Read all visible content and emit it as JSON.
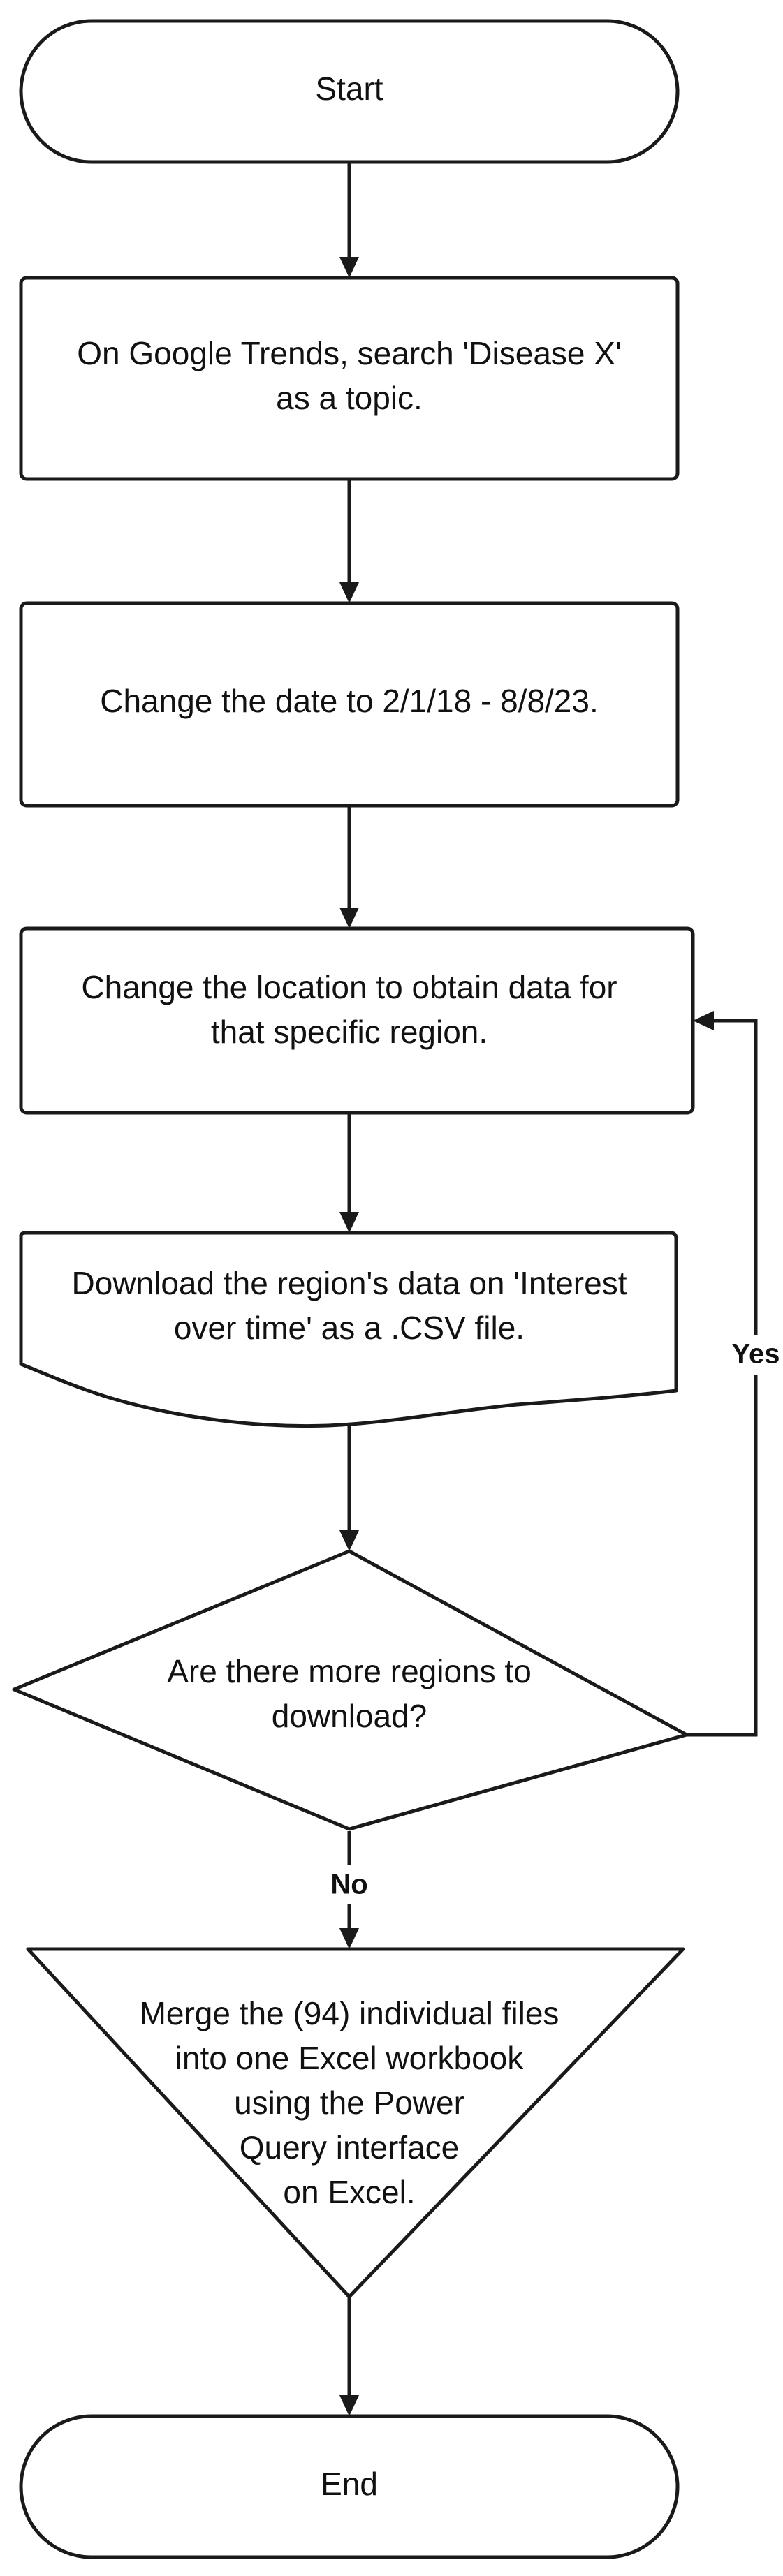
{
  "flowchart": {
    "nodes": {
      "start": {
        "lines": [
          "Start"
        ]
      },
      "search_topic": {
        "lines": [
          "On Google Trends, search 'Disease X'",
          "as a topic."
        ]
      },
      "change_date": {
        "lines": [
          "Change the date to 2/1/18 - 8/8/23."
        ]
      },
      "change_location": {
        "lines": [
          "Change the location to obtain data for",
          "that specific region."
        ]
      },
      "download_csv": {
        "lines": [
          "Download the region's data on 'Interest",
          "over time' as a .CSV file."
        ]
      },
      "more_regions": {
        "lines": [
          "Are there more regions to",
          "download?"
        ]
      },
      "merge_files": {
        "lines": [
          "Merge the (94) individual files",
          "into one Excel workbook",
          "using the Power",
          "Query interface",
          "on Excel."
        ]
      },
      "end": {
        "lines": [
          "End"
        ]
      }
    },
    "edge_labels": {
      "yes": "Yes",
      "no": "No"
    }
  }
}
